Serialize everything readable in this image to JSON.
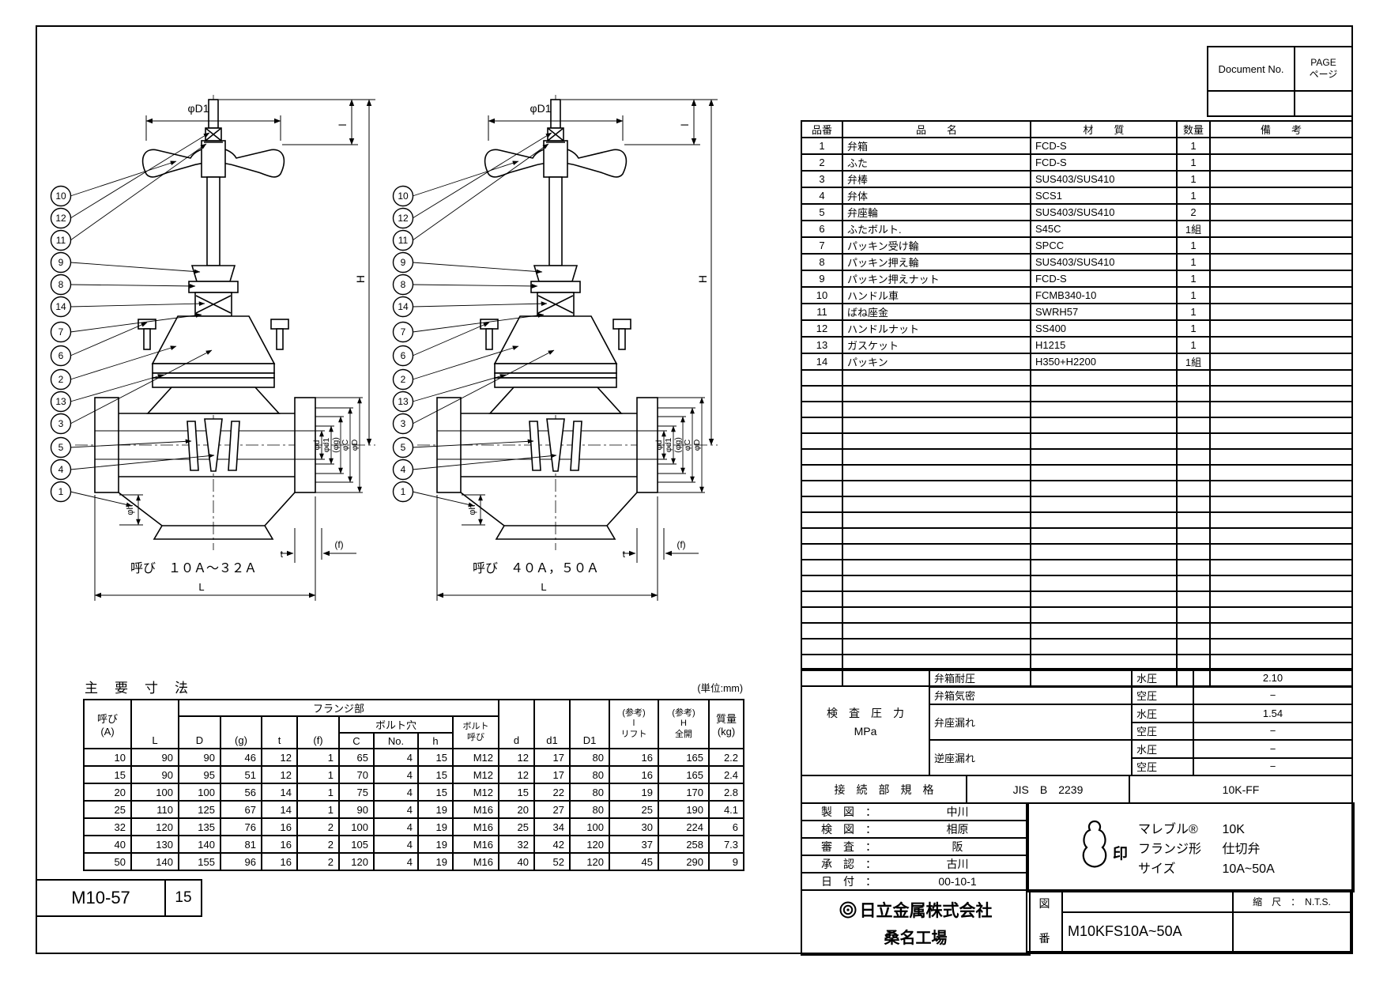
{
  "doc_block": {
    "doc_label": "Document No.",
    "page_label": "PAGE",
    "page_label_jp": "ページ"
  },
  "parts_table": {
    "headers": {
      "no": "品番",
      "name": "品　　名",
      "material": "材　　質",
      "qty": "数量",
      "remarks": "備　　考"
    },
    "rows": [
      {
        "no": "1",
        "name": "弁箱",
        "material": "FCD-S",
        "qty": "1",
        "remarks": ""
      },
      {
        "no": "2",
        "name": "ふた",
        "material": "FCD-S",
        "qty": "1",
        "remarks": ""
      },
      {
        "no": "3",
        "name": "弁棒",
        "material": "SUS403/SUS410",
        "qty": "1",
        "remarks": ""
      },
      {
        "no": "4",
        "name": "弁体",
        "material": "SCS1",
        "qty": "1",
        "remarks": ""
      },
      {
        "no": "5",
        "name": "弁座輪",
        "material": "SUS403/SUS410",
        "qty": "2",
        "remarks": ""
      },
      {
        "no": "6",
        "name": "ふたボルト.",
        "material": "S45C",
        "qty": "1組",
        "remarks": ""
      },
      {
        "no": "7",
        "name": "パッキン受け輪",
        "material": "SPCC",
        "qty": "1",
        "remarks": ""
      },
      {
        "no": "8",
        "name": "パッキン押え輪",
        "material": "SUS403/SUS410",
        "qty": "1",
        "remarks": ""
      },
      {
        "no": "9",
        "name": "パッキン押えナット",
        "material": "FCD-S",
        "qty": "1",
        "remarks": ""
      },
      {
        "no": "10",
        "name": "ハンドル車",
        "material": "FCMB340-10",
        "qty": "1",
        "remarks": ""
      },
      {
        "no": "11",
        "name": "ばね座金",
        "material": "SWRH57",
        "qty": "1",
        "remarks": ""
      },
      {
        "no": "12",
        "name": "ハンドルナット",
        "material": "SS400",
        "qty": "1",
        "remarks": ""
      },
      {
        "no": "13",
        "name": "ガスケット",
        "material": "H1215",
        "qty": "1",
        "remarks": ""
      },
      {
        "no": "14",
        "name": "パッキン",
        "material": "H350+H2200",
        "qty": "1組",
        "remarks": ""
      }
    ],
    "empty_row_count": 20
  },
  "inspection": {
    "title": "検　査　圧　力",
    "unit": "MPa",
    "rows": [
      {
        "item": "弁箱耐圧",
        "type": "水圧",
        "value": "2.10"
      },
      {
        "item": "弁箱気密",
        "type": "空圧",
        "value": "−"
      },
      {
        "item": "弁座漏れ",
        "type": "水圧",
        "value": "1.54"
      },
      {
        "item": "",
        "type": "空圧",
        "value": "−"
      },
      {
        "item": "逆座漏れ",
        "type": "水圧",
        "value": "−"
      },
      {
        "item": "",
        "type": "空圧",
        "value": "−"
      }
    ]
  },
  "connection": {
    "label": "接　続　部　規　格",
    "standard": "JIS　B　2239",
    "rating": "10K-FF"
  },
  "approval": {
    "rows": [
      {
        "label": "製　図　：",
        "value": "中川"
      },
      {
        "label": "検　図　：",
        "value": "相原"
      },
      {
        "label": "審　査　：",
        "value": "阪"
      },
      {
        "label": "承　認　：",
        "value": "古川"
      },
      {
        "label": "日　付　：",
        "value": "00-10-1"
      }
    ]
  },
  "product": {
    "stamp_label": "印",
    "lines": [
      {
        "label": "マレブル®",
        "value": "10K"
      },
      {
        "label": "フランジ形",
        "value": "仕切弁"
      },
      {
        "label": "サイズ",
        "value": "10A~50A"
      }
    ]
  },
  "company": {
    "name": "日立金属株式会社",
    "factory": "桑名工場",
    "fig": "図",
    "ban": "番",
    "drawing_no": "M10KFS10A~50A",
    "scale": "縮　尺　：　N.T.S."
  },
  "stamp_box": {
    "code": "M10-57",
    "sheet": "15"
  },
  "dim_table": {
    "title": "主　要　寸　法",
    "unit_note": "(単位:mm)",
    "headers": {
      "nominal": "呼び",
      "nominal_unit": "(A)",
      "L": "L",
      "flange_section": "フランジ部",
      "D": "D",
      "g": "(g)",
      "t": "t",
      "f": "(f)",
      "bolt_hole": "ボルト穴",
      "C": "C",
      "No": "No.",
      "h": "h",
      "bolt_line1": "ボルト",
      "bolt_line2": "呼び",
      "d": "d",
      "d1": "d1",
      "D1": "D1",
      "lift_l1": "(参考)",
      "lift_l2": "l",
      "lift_l3": "リフト",
      "open_l1": "(参考)",
      "open_l2": "H",
      "open_l3": "全開",
      "mass": "質量",
      "mass_unit": "(kg)"
    },
    "rows": [
      [
        "10",
        "90",
        "90",
        "46",
        "12",
        "1",
        "65",
        "4",
        "15",
        "M12",
        "12",
        "17",
        "80",
        "16",
        "165",
        "2.2"
      ],
      [
        "15",
        "90",
        "95",
        "51",
        "12",
        "1",
        "70",
        "4",
        "15",
        "M12",
        "12",
        "17",
        "80",
        "16",
        "165",
        "2.4"
      ],
      [
        "20",
        "100",
        "100",
        "56",
        "14",
        "1",
        "75",
        "4",
        "15",
        "M12",
        "15",
        "22",
        "80",
        "19",
        "170",
        "2.8"
      ],
      [
        "25",
        "110",
        "125",
        "67",
        "14",
        "1",
        "90",
        "4",
        "19",
        "M16",
        "20",
        "27",
        "80",
        "25",
        "190",
        "4.1"
      ],
      [
        "32",
        "120",
        "135",
        "76",
        "16",
        "2",
        "100",
        "4",
        "19",
        "M16",
        "25",
        "34",
        "100",
        "30",
        "224",
        "6"
      ],
      [
        "40",
        "130",
        "140",
        "81",
        "16",
        "2",
        "105",
        "4",
        "19",
        "M16",
        "32",
        "42",
        "120",
        "37",
        "258",
        "7.3"
      ],
      [
        "50",
        "140",
        "155",
        "96",
        "16",
        "2",
        "120",
        "4",
        "19",
        "M16",
        "40",
        "52",
        "120",
        "45",
        "290",
        "9"
      ]
    ]
  },
  "drawings": {
    "left": {
      "caption": "呼び　１０Ａ～３２Ａ"
    },
    "right": {
      "caption": "呼び　４０Ａ，５０Ａ"
    },
    "balloons": [
      "10",
      "12",
      "11",
      "9",
      "8",
      "14",
      "7",
      "6",
      "2",
      "13",
      "3",
      "5",
      "4",
      "1"
    ],
    "dim_labels": {
      "phi_D1": "φD1",
      "l": "l",
      "H": "H",
      "phi_d": "φd",
      "phi_d1": "φd1",
      "phi_g": "(φg)",
      "phi_C": "φC",
      "phi_D": "φD",
      "phi_h": "φh",
      "t": "t",
      "f": "(f)",
      "L": "L"
    }
  }
}
